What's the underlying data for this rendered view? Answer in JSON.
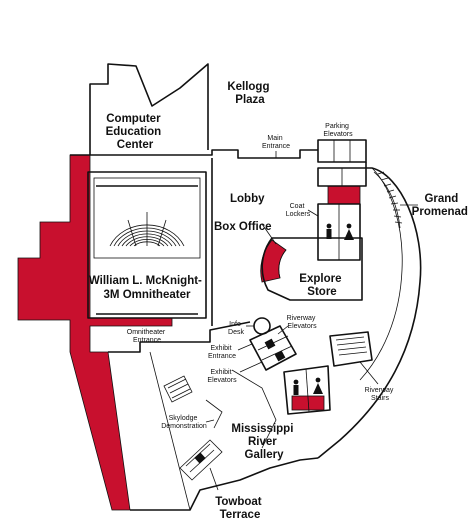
{
  "colors": {
    "accent": "#c8102e",
    "line": "#111111",
    "background": "#ffffff"
  },
  "labels": {
    "kellogg_plaza": [
      "Kellogg",
      "Plaza"
    ],
    "computer_education_center": [
      "Computer",
      "Education",
      "Center"
    ],
    "main_entrance": [
      "Main",
      "Entrance"
    ],
    "parking_elevators": [
      "Parking",
      "Elevators"
    ],
    "lobby": "Lobby",
    "grand_promenade": [
      "Grand",
      "Promenade"
    ],
    "coat_lockers": [
      "Coat",
      "Lockers"
    ],
    "box_office": "Box Office",
    "explore_store": [
      "Explore",
      "Store"
    ],
    "omnitheater": [
      "William L. McKnight-",
      "3M Omnitheater"
    ],
    "omnitheater_entrance": [
      "Omnitheater",
      "Entrance"
    ],
    "info_desk": [
      "Info",
      "Desk"
    ],
    "riverway_elevators": [
      "Riverway",
      "Elevators"
    ],
    "exhibit_entrance": [
      "Exhibit",
      "Entrance"
    ],
    "exhibit_elevators": [
      "Exhibit",
      "Elevators"
    ],
    "riverway_stairs": [
      "Riverway",
      "Stairs"
    ],
    "skylodge_demonstration": [
      "Skylodge",
      "Demonstration"
    ],
    "mississippi_river_gallery": [
      "Mississippi",
      "River",
      "Gallery"
    ],
    "towboat_terrace": [
      "Towboat",
      "Terrace"
    ]
  },
  "icons": [
    "restroom-icon",
    "elevator-icon",
    "stairs-icon",
    "escalator-icon"
  ]
}
